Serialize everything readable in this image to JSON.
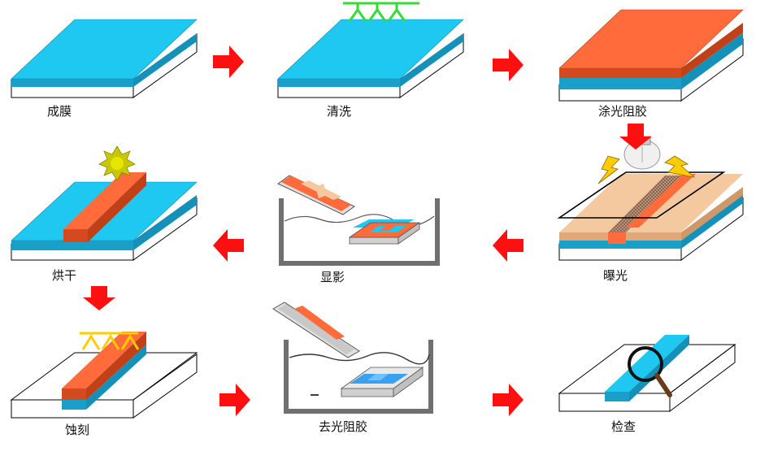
{
  "steps": [
    {
      "label": "成膜"
    },
    {
      "label": "清洗"
    },
    {
      "label": "涂光阻胶"
    },
    {
      "label": "曝光"
    },
    {
      "label": "显影"
    },
    {
      "label": "烘干"
    },
    {
      "label": "蚀刻"
    },
    {
      "label": "去光阻胶"
    },
    {
      "label": "检查"
    }
  ],
  "colors": {
    "film": "#1ec8f0",
    "film_side": "#1aa0c8",
    "resist": "#ff6b3a",
    "resist_side": "#d24a1e",
    "exposed_resist": "#f5c9a0",
    "arrow": "#ff1010",
    "nozzle_green": "#33dd33",
    "nozzle_yellow": "#ffcc00",
    "tank": "#707070"
  }
}
